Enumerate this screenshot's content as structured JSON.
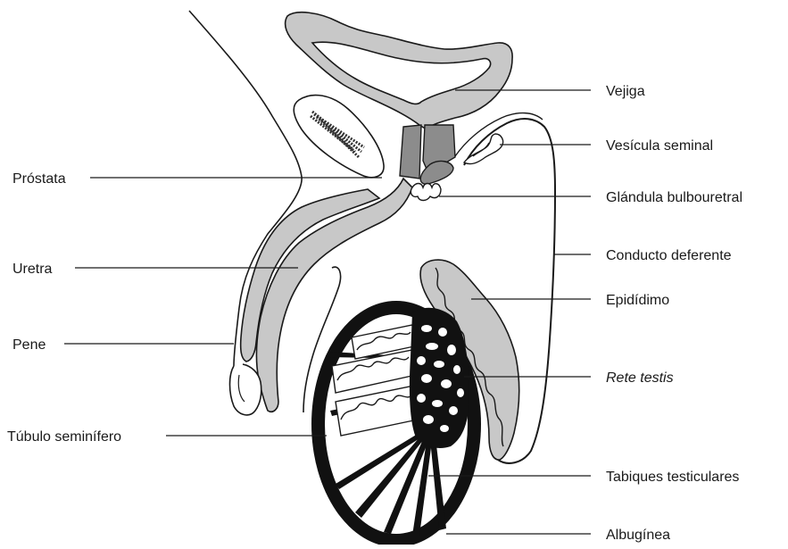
{
  "labels": {
    "vejiga": "Vejiga",
    "vesicula": "Vesícula seminal",
    "glandula": "Glándula bulbouretral",
    "conducto": "Conducto deferente",
    "epididimo": "Epidídimo",
    "rete": "Rete testis",
    "tabiques": "Tabiques testiculares",
    "albuginea": "Albugínea",
    "prostata": "Próstata",
    "uretra": "Uretra",
    "pene": "Pene",
    "tubulo": "Túbulo seminífero"
  },
  "colors": {
    "outline": "#1a1a1a",
    "light_gray": "#c8c8c8",
    "dark_gray": "#8c8c8c",
    "tunica": "#111111",
    "background": "#ffffff"
  }
}
